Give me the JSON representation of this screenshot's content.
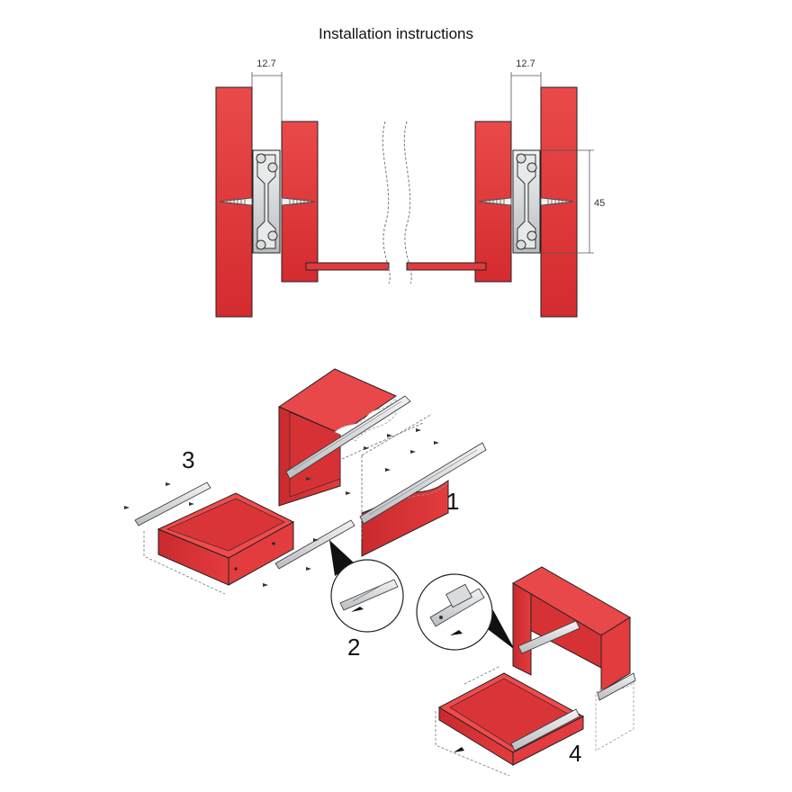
{
  "title": "Installation instructions",
  "dimensions": {
    "left_gap": "12.7",
    "right_gap": "12.7",
    "slide_height": "45"
  },
  "steps": {
    "one": "1",
    "two": "2",
    "three": "3",
    "four": "4"
  },
  "colors": {
    "panel_red": "#e03a3c",
    "panel_red_dark": "#c32a2e",
    "rail_gray": "#cfd2d4",
    "outline": "#222222"
  }
}
